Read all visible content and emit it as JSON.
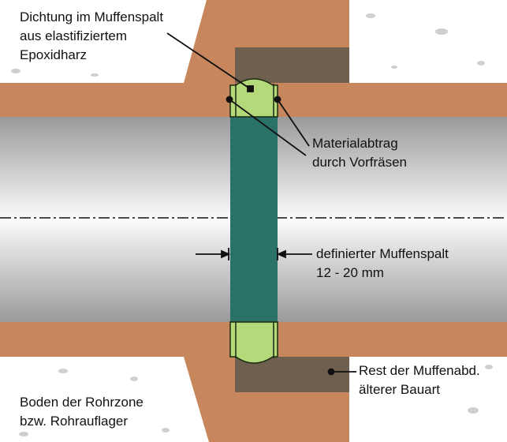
{
  "labels": {
    "seal": [
      "Dichtung im Muffenspalt",
      "aus elastifiziertem",
      "Epoxidharz"
    ],
    "material_removal": [
      "Materialabtrag",
      "durch Vorfräsen"
    ],
    "gap": [
      "definierter Muffenspalt",
      "12 - 20 mm"
    ],
    "old_seal": [
      "Rest der Muffenabd.",
      "älterer Bauart"
    ],
    "soil": [
      "Boden der Rohrzone",
      "bzw. Rohrauflager"
    ]
  },
  "colors": {
    "pipe_wall": "#c8865c",
    "old_seal": "#6e5f4e",
    "seal": "#b3d97a",
    "gap_fill": "#2a7268",
    "pipe_interior": "#a8a8a8",
    "soil_speck": "#c9c9c9"
  }
}
